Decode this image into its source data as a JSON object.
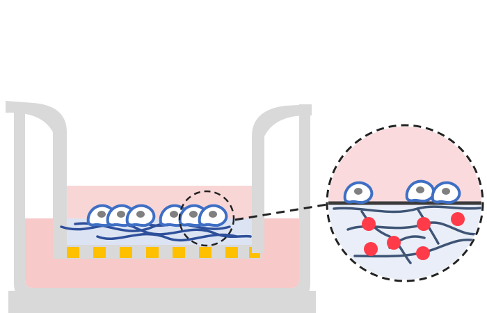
{
  "diagram": {
    "kind": "transwell-insert-cell-culture-schematic",
    "components": [
      "outer-well",
      "culture-medium-lower",
      "culture-medium-upper",
      "transwell-insert",
      "porous-membrane",
      "hydrogel-layer",
      "collagen-fibers",
      "cell-monolayer",
      "magnifier-inset"
    ],
    "cell_count_insert": 6,
    "cell_count_inset": 3,
    "embedded_particle_count": 6
  },
  "colors": {
    "well_gray": "#d9d9d9",
    "medium_pink": "#f7c9c9",
    "upper_medium_pink": "#f9d6d6",
    "gel_blue": "#dce4f4",
    "fiber_blue": "#2e4f9a",
    "fiber_slate": "#3f5576",
    "cell_outline": "#3f6fc4",
    "nucleus_gray": "#808080",
    "membrane_yellow": "#ffc000",
    "particle_red": "#ff3b4a",
    "inset_bg_top": "#fadadd",
    "inset_bg_bottom": "#e9eef8",
    "dash_dark": "#222222"
  }
}
